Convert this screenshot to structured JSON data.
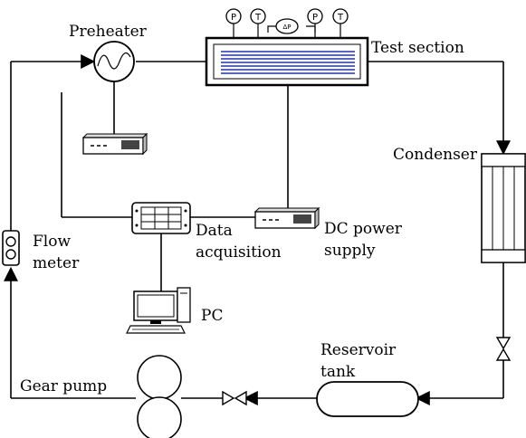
{
  "labels": {
    "preheater": "Preheater",
    "test_section": "Test section",
    "condenser": "Condenser",
    "flow_meter_1": "Flow",
    "flow_meter_2": "meter",
    "data_acq_1": "Data",
    "data_acq_2": "acquisition",
    "dc_power_1": "DC power",
    "dc_power_2": "supply",
    "pc": "PC",
    "reservoir_1": "Reservoir",
    "reservoir_2": "tank",
    "gear_pump": "Gear pump"
  },
  "gauges": {
    "p1": "P",
    "t1": "T",
    "dp": "ΔP",
    "p2": "P",
    "t2": "T"
  }
}
